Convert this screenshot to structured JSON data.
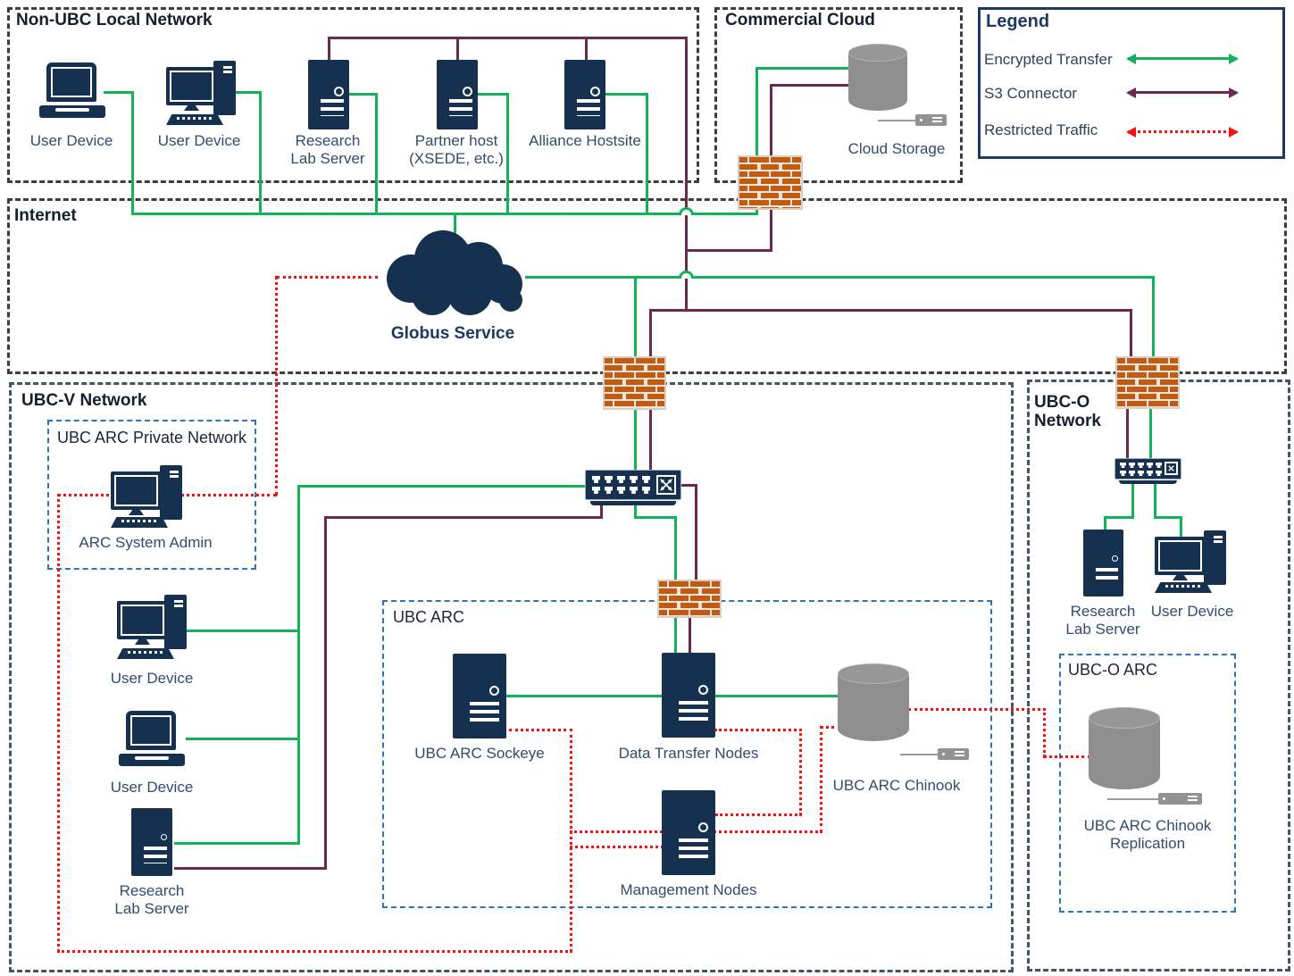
{
  "colors": {
    "encrypted_green": "#12b259",
    "s3_purple": "#6b2b50",
    "restricted_red": "#fb0f0f",
    "icon_navy": "#16314f",
    "firewall_brick": "#c45911",
    "storage_gray": "#8f8f8f",
    "inner_box_blue": "#2e75b6",
    "network_box_slate": "#44546a",
    "title_navy": "#1f3864"
  },
  "legend": {
    "title": "Legend",
    "items": [
      {
        "label": "Encrypted Transfer",
        "style": "encrypted"
      },
      {
        "label": "S3 Connector",
        "style": "s3"
      },
      {
        "label": "Restricted Traffic",
        "style": "restricted"
      }
    ]
  },
  "non_ubc": {
    "title": "Non-UBC Local Network",
    "user_device_1": "User Device",
    "user_device_2": "User Device",
    "research_lab_server": "Research Lab Server",
    "partner_host": "Partner host (XSEDE, etc.)",
    "alliance_hostsite": "Alliance Hostsite"
  },
  "commercial_cloud": {
    "title": "Commercial Cloud",
    "cloud_storage": "Cloud Storage"
  },
  "internet": {
    "title": "Internet",
    "globus": "Globus Service"
  },
  "ubc_v": {
    "title": "UBC-V Network",
    "private": {
      "title": "UBC ARC Private Network",
      "admin": "ARC System Admin"
    },
    "user_device_1": "User Device",
    "user_device_2": "User Device",
    "research_lab_server": "Research Lab Server"
  },
  "ubc_arc": {
    "title": "UBC ARC",
    "sockeye": "UBC ARC Sockeye",
    "dtn": "Data Transfer Nodes",
    "mgmt": "Management Nodes",
    "chinook": "UBC ARC Chinook"
  },
  "ubc_o": {
    "title": "UBC-O Network",
    "research_lab_server": "Research Lab Server",
    "user_device": "User Device",
    "arc": {
      "title": "UBC-O ARC",
      "replication": "UBC ARC Chinook Replication"
    }
  }
}
